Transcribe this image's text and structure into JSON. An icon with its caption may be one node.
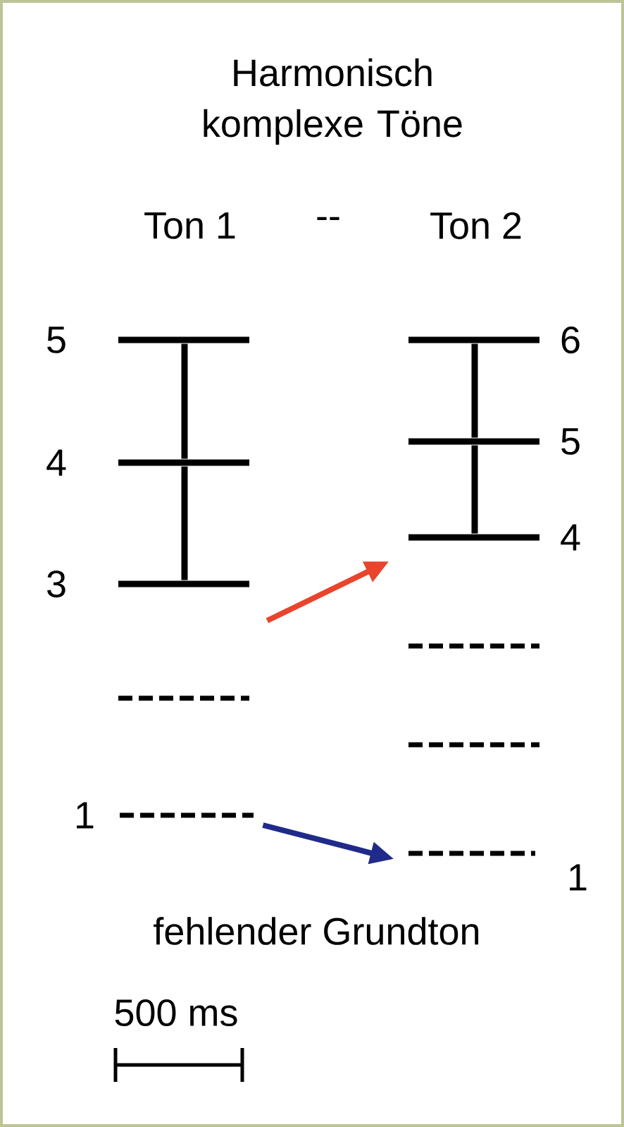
{
  "diagram": {
    "title": "Harmonisch komplexe Töne",
    "nodes": [
      {
        "text": [],
        "shape": "bar",
        "beside": [
          "5"
        ]
      },
      {
        "text": [],
        "shape": "bar",
        "beside": [
          "4"
        ]
      },
      {
        "text": [],
        "shape": "bar",
        "beside": [
          "3"
        ]
      },
      {
        "text": [],
        "shape": "dashes"
      },
      {
        "text": [],
        "shape": "dashes",
        "beside": [
          "1"
        ]
      },
      {
        "text": [],
        "shape": "bar",
        "beside": [
          "6"
        ]
      },
      {
        "text": [],
        "shape": "bar",
        "beside": [
          "5"
        ]
      },
      {
        "text": [],
        "shape": "bar",
        "beside": [
          "4"
        ]
      },
      {
        "text": [],
        "shape": "dashes"
      },
      {
        "text": [],
        "shape": "dashes"
      },
      {
        "text": [],
        "shape": "dashes",
        "beside": [
          "1"
        ]
      }
    ],
    "edges": [
      {
        "from": 0,
        "to": 1,
        "arrow": "none"
      },
      {
        "from": 1,
        "to": 2,
        "arrow": "none"
      },
      {
        "from": 5,
        "to": 6,
        "arrow": "none"
      },
      {
        "from": 6,
        "to": 7,
        "arrow": "none"
      },
      {
        "from": 2,
        "to": 7,
        "arrow": "to",
        "color": "#e8452c"
      },
      {
        "from": 4,
        "to": 10,
        "arrow": "to",
        "color": "#1f2a8a"
      }
    ],
    "labels": [
      "Ton 1",
      "--",
      "Ton 2",
      "fehlender Grundton",
      "500 ms"
    ]
  }
}
